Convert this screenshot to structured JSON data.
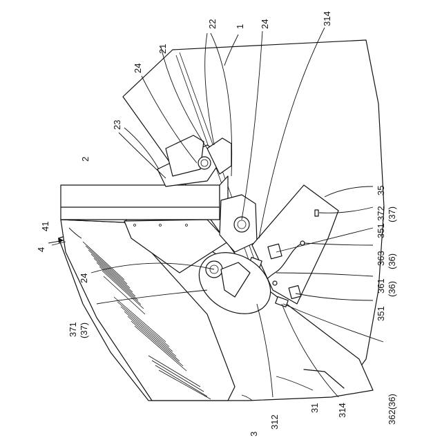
{
  "labels": {
    "l1": "1",
    "l2": "2",
    "l21": "21",
    "l22": "22",
    "l23": "23",
    "l24a": "24",
    "l24b": "24",
    "l24c": "24",
    "l314a": "314",
    "l314b": "314",
    "l35": "35",
    "l372": "372",
    "l37a": "(37)",
    "l351a": "351",
    "l363": "363",
    "l36a": "(36)",
    "l361": "361",
    "l36b": "(36)",
    "l351b": "351",
    "l362": "362(36)",
    "l31": "31",
    "l312": "312",
    "l3": "3",
    "l371": "371",
    "l37b": "(37)",
    "l41": "41",
    "l4": "4"
  }
}
